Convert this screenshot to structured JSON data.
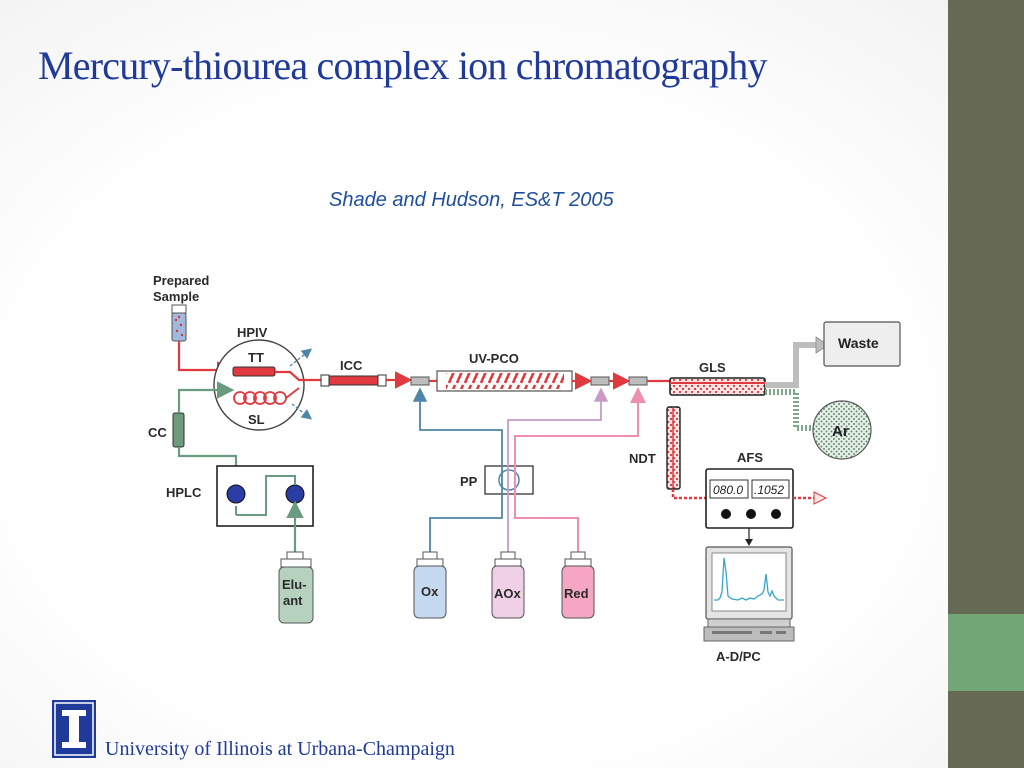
{
  "title": "Mercury-thiourea complex ion chromatography",
  "citation": "Shade and Hudson, ES&T 2005",
  "footer": {
    "university": "University of  Illinois at Urbana-Champaign"
  },
  "diagram": {
    "labels": {
      "prepared_sample_line1": "Prepared",
      "prepared_sample_line2": "Sample",
      "hpiv": "HPIV",
      "tt": "TT",
      "sl": "SL",
      "icc": "ICC",
      "uv_pco": "UV-PCO",
      "gls": "GLS",
      "waste": "Waste",
      "ar": "Ar",
      "cc": "CC",
      "hplc": "HPLC",
      "pp": "PP",
      "ndt": "NDT",
      "afs": "AFS",
      "ox": "Ox",
      "aox": "AOx",
      "red": "Red",
      "eluant_line1": "Elu-",
      "eluant_line2": "ant",
      "ad_pc": "A-D/PC"
    },
    "afs_display": {
      "left": "080.0",
      "right": ".1052"
    }
  },
  "colors": {
    "title": "#1f3a9a",
    "sample_line": "#e0393f",
    "ox_line": "#4d86a6",
    "aox_line": "#c79bc6",
    "red_line": "#ee8fae",
    "eluant_line": "#6a9a80",
    "sidebar": "#666a54",
    "sidebar_accent": "#72a676"
  }
}
